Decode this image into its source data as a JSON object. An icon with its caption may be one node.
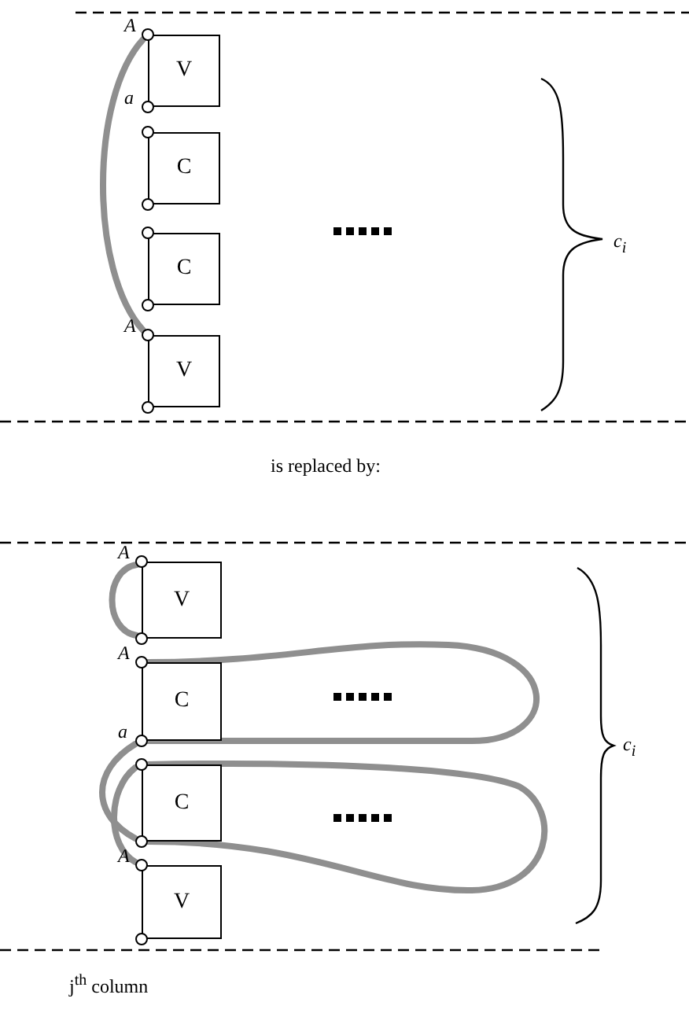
{
  "diagram": {
    "nodes": [
      {
        "text": [
          "V"
        ]
      },
      {
        "text": [],
        "shape": "circle",
        "beside": [
          "A"
        ]
      },
      {
        "text": [],
        "shape": "circle",
        "beside": [
          "a"
        ]
      },
      {
        "text": [
          "C"
        ]
      },
      {
        "text": [],
        "shape": "circle"
      },
      {
        "text": [],
        "shape": "circle"
      },
      {
        "text": [
          "C"
        ]
      },
      {
        "text": [],
        "shape": "circle"
      },
      {
        "text": [],
        "shape": "circle"
      },
      {
        "text": [
          "V"
        ]
      },
      {
        "text": [],
        "shape": "circle",
        "beside": [
          "A"
        ]
      },
      {
        "text": [],
        "shape": "circle"
      },
      {
        "text": [
          "V"
        ]
      },
      {
        "text": [],
        "shape": "circle",
        "beside": [
          "A"
        ]
      },
      {
        "text": [],
        "shape": "circle"
      },
      {
        "text": [
          "C"
        ]
      },
      {
        "text": [],
        "shape": "circle",
        "beside": [
          "A"
        ]
      },
      {
        "text": [],
        "shape": "circle",
        "beside": [
          "a"
        ]
      },
      {
        "text": [
          "C"
        ]
      },
      {
        "text": [],
        "shape": "circle"
      },
      {
        "text": [],
        "shape": "circle"
      },
      {
        "text": [
          "V"
        ]
      },
      {
        "text": [],
        "shape": "circle",
        "beside": [
          "A"
        ]
      },
      {
        "text": [],
        "shape": "circle"
      }
    ],
    "edges": [
      {
        "from": 1,
        "to": 10,
        "arrow": "none"
      },
      {
        "from": 13,
        "to": 14,
        "arrow": "none"
      },
      {
        "from": 16,
        "to": 17,
        "arrow": "none"
      },
      {
        "from": 17,
        "to": 20,
        "arrow": "none"
      },
      {
        "from": 19,
        "to": 22,
        "arrow": "none"
      },
      {
        "from": 19,
        "to": 20,
        "arrow": "none"
      }
    ],
    "labels": [
      "c$_{i}$",
      "is replaced by:",
      "c$_{i}$",
      "j$^{th}$ column"
    ]
  }
}
